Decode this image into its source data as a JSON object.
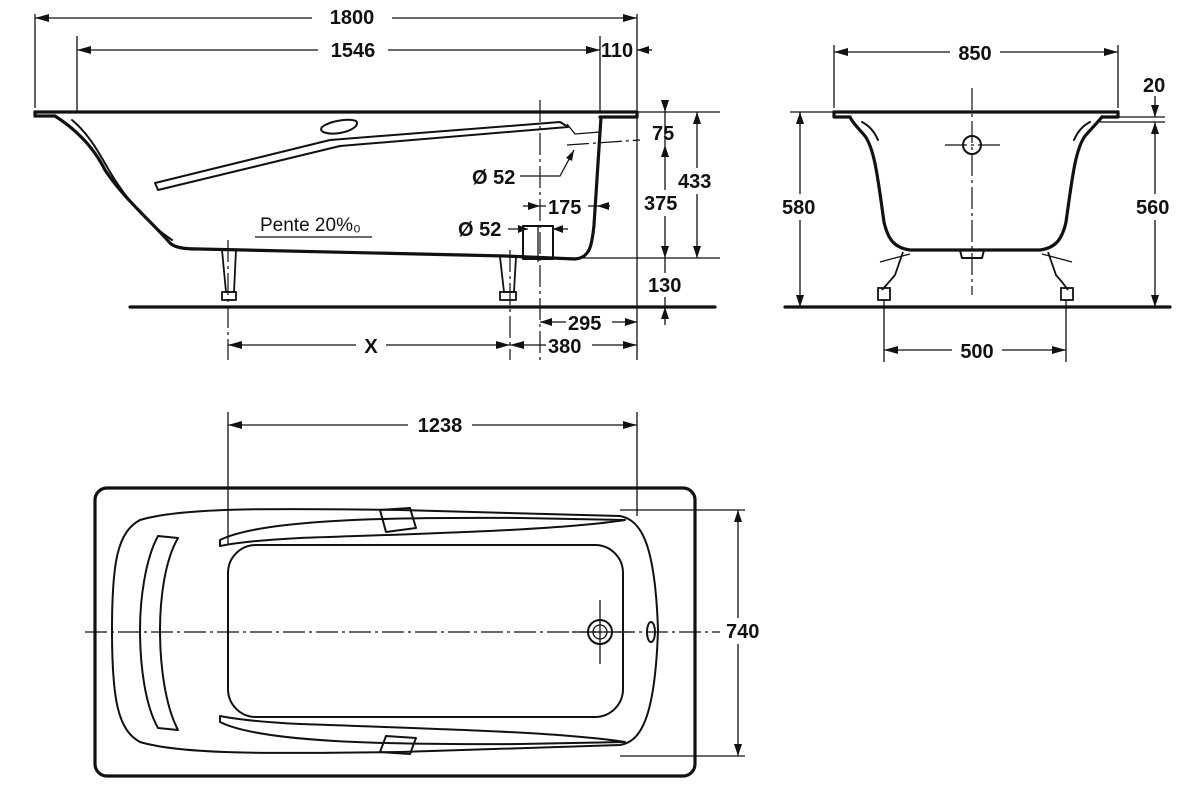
{
  "side_view": {
    "overall_length": "1800",
    "inner_length": "1546",
    "rim_offset": "110",
    "rim_drop": "75",
    "total_depth": "433",
    "overflow_height": "375",
    "leg_height": "130",
    "overflow_diameter": "Ø 52",
    "drain_diameter": "Ø 52",
    "drain_offset": "175",
    "slope_label": "Pente 20%₀",
    "drain_to_end": "295",
    "leg_to_end": "380",
    "leg_spacing": "X"
  },
  "end_view": {
    "width": "850",
    "rim_thickness": "20",
    "total_height": "580",
    "basin_height": "560",
    "leg_spacing": "500"
  },
  "top_view": {
    "basin_length": "1238",
    "basin_width": "740"
  }
}
